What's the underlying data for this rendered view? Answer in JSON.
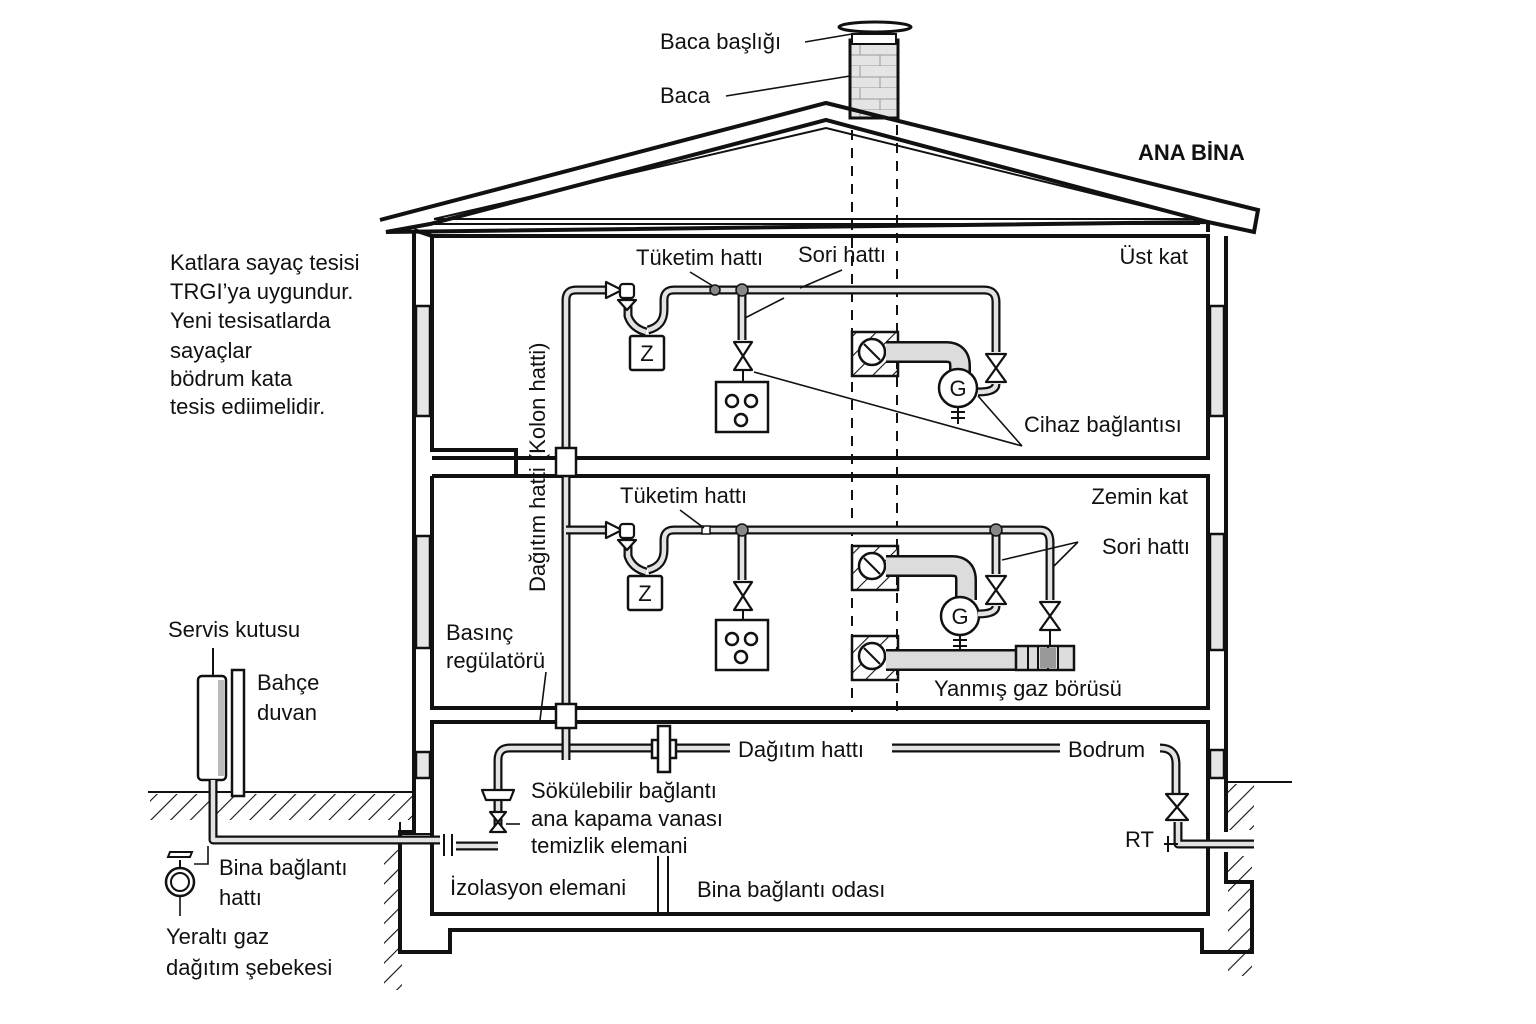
{
  "diagram": {
    "title": "ANA BİNA",
    "labels": {
      "chimney_cap": "Baca başlığı",
      "chimney": "Baca",
      "upper_floor": "Üst kat",
      "ground_floor": "Zemin kat",
      "basement": "Bodrum",
      "riser_line": "Dağıtım hatti (Kolon hatti)",
      "upper_consumption_line": "Tüketim hattı",
      "upper_drain_line": "Sori hattı",
      "upper_device_connection": "Cihaz bağlantısı",
      "ground_consumption_line": "Tüketim hattı",
      "ground_drain_line": "Sori hattı",
      "flue_pipe": "Yanmış gaz börüsü",
      "pressure_regulator_line1": "Basınç",
      "pressure_regulator_line2": "regülatörü",
      "distribution_line": "Dağıtım hattı",
      "removable_connection": "Sökülebilir bağlantı",
      "main_shutoff_valve": "ana kapama vanası",
      "cleaning_element": "temizlik elemani",
      "insulation_element": "İzolasyon elemani",
      "connection_room": "Bina bağlantı odası",
      "rt": "RT",
      "service_box": "Servis kutusu",
      "garden_wall_line1": "Bahçe",
      "garden_wall_line2": "duvan",
      "building_connection_line1": "Bina bağlantı",
      "building_connection_line2": "hattı",
      "underground_network_line1": "Yeraltı gaz",
      "underground_network_line2": "dağıtım şebekesi"
    },
    "note": {
      "lines": [
        "Katlara sayaç tesisi",
        "TRGI’ya uygundur.",
        "Yeni tesisatlarda",
        "sayaçlar",
        "bödrum kata",
        "tesis ediimelidir."
      ]
    },
    "symbols": {
      "meter": "Z",
      "heater": "G"
    }
  }
}
